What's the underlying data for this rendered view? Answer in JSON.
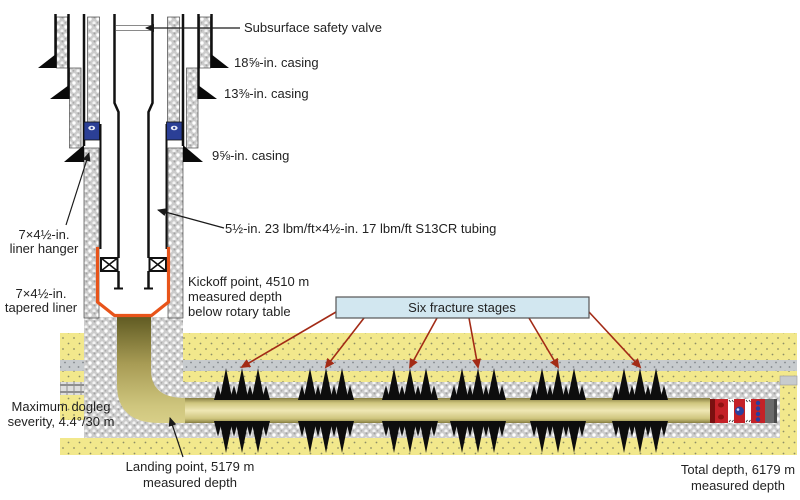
{
  "diagram": {
    "annotations": {
      "subsurface_safety_valve": "Subsurface safety valve",
      "casing_18": "18⅝-in. casing",
      "casing_13": "13⅜-in. casing",
      "casing_9": "9⅝-in. casing",
      "tubing": "5½-in. 23 lbm/ft×4½-in. 17 lbm/ft S13CR tubing",
      "liner_hanger_l1": "7×4½-in.",
      "liner_hanger_l2": "liner hanger",
      "tapered_liner_l1": "7×4½-in.",
      "tapered_liner_l2": "tapered liner",
      "kickoff_l1": "Kickoff point, 4510 m",
      "kickoff_l2": "measured depth",
      "kickoff_l3": "below rotary table",
      "dogleg_l1": "Maximum dogleg",
      "dogleg_l2": "severity, 4.4°/30 m",
      "landing_l1": "Landing point, 5179 m",
      "landing_l2": "measured depth",
      "total_l1": "Total depth, 6179 m",
      "total_l2": "measured depth"
    },
    "fracture_stages": {
      "label": "Six fracture stages",
      "count": 6,
      "cluster_x": [
        242,
        326,
        410,
        478,
        558,
        640
      ]
    },
    "colors": {
      "formation_yellow": "#f2e88c",
      "shale_gray": "#c7cbce",
      "cement_gray": "#cccccc",
      "bore_tan": "#cfc67e",
      "tapered_liner_orange": "#e8541a",
      "liner_hanger_blue": "#2b3f96",
      "stage_box_fill": "#d2e7f0",
      "arrow_red": "#a32b16",
      "bha_red": "#c42127",
      "bha_blue": "#2a3f9e"
    }
  }
}
